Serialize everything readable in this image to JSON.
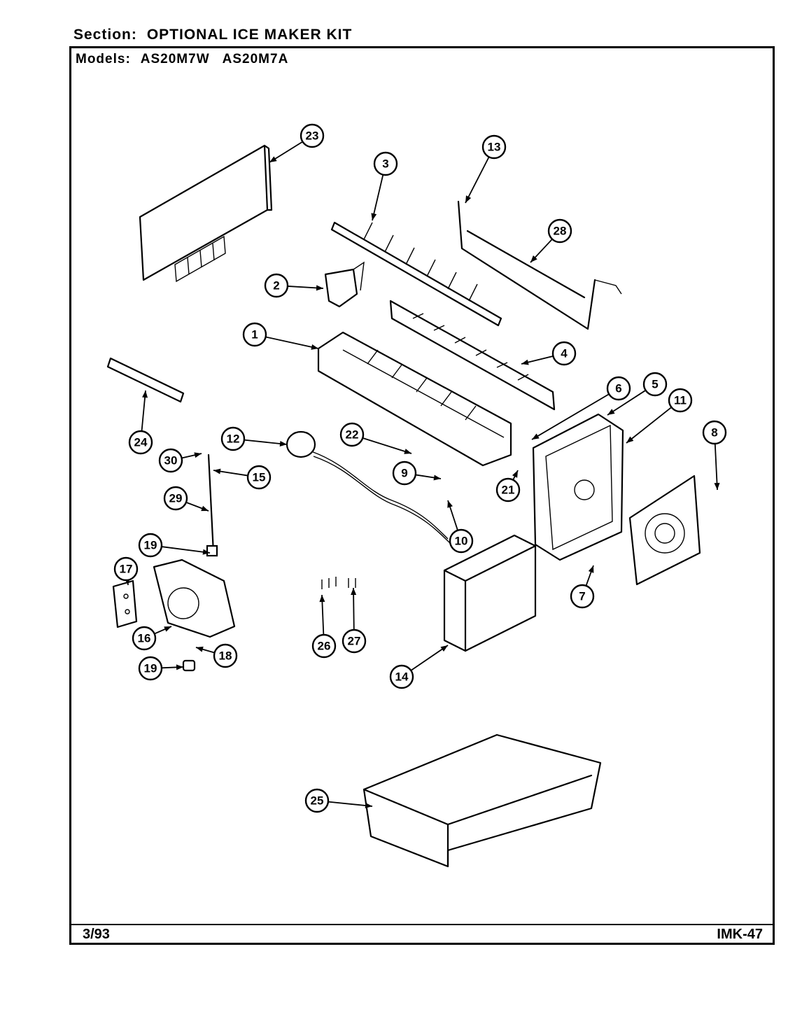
{
  "header": {
    "section_label": "Section:",
    "section_value": "OPTIONAL ICE MAKER KIT",
    "models_label": "Models:",
    "models": [
      "AS20M7W",
      "AS20M7A"
    ]
  },
  "footer": {
    "date": "3/93",
    "code": "IMK-47"
  },
  "callouts": [
    "1",
    "2",
    "3",
    "4",
    "5",
    "6",
    "7",
    "8",
    "9",
    "10",
    "11",
    "12",
    "13",
    "14",
    "15",
    "16",
    "17",
    "18",
    "19",
    "19",
    "21",
    "22",
    "23",
    "24",
    "25",
    "26",
    "27",
    "28",
    "29",
    "30"
  ],
  "colors": {
    "ink": "#000000",
    "paper": "#ffffff"
  }
}
